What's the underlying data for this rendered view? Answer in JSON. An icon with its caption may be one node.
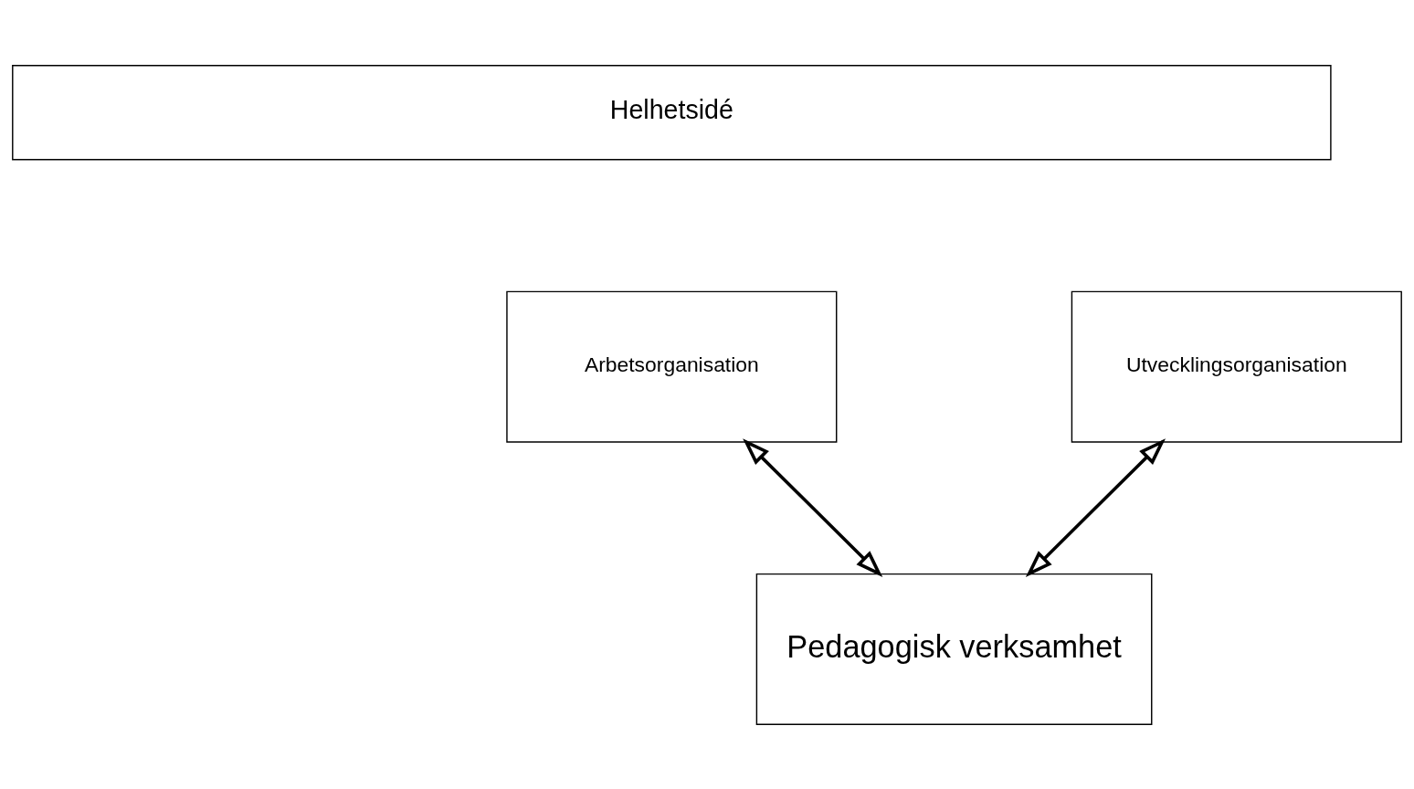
{
  "diagram": {
    "nodes": [
      {
        "text": [
          "Helhetsidé"
        ]
      },
      {
        "text": [
          "Arbetsorganisation"
        ]
      },
      {
        "text": [
          "Utvecklingsorganisation"
        ]
      },
      {
        "text": [
          "Pedagogisk verksamhet"
        ]
      }
    ],
    "edges": [
      {
        "from": 1,
        "to": 3,
        "arrow": "both"
      },
      {
        "from": 2,
        "to": 3,
        "arrow": "both"
      }
    ]
  }
}
